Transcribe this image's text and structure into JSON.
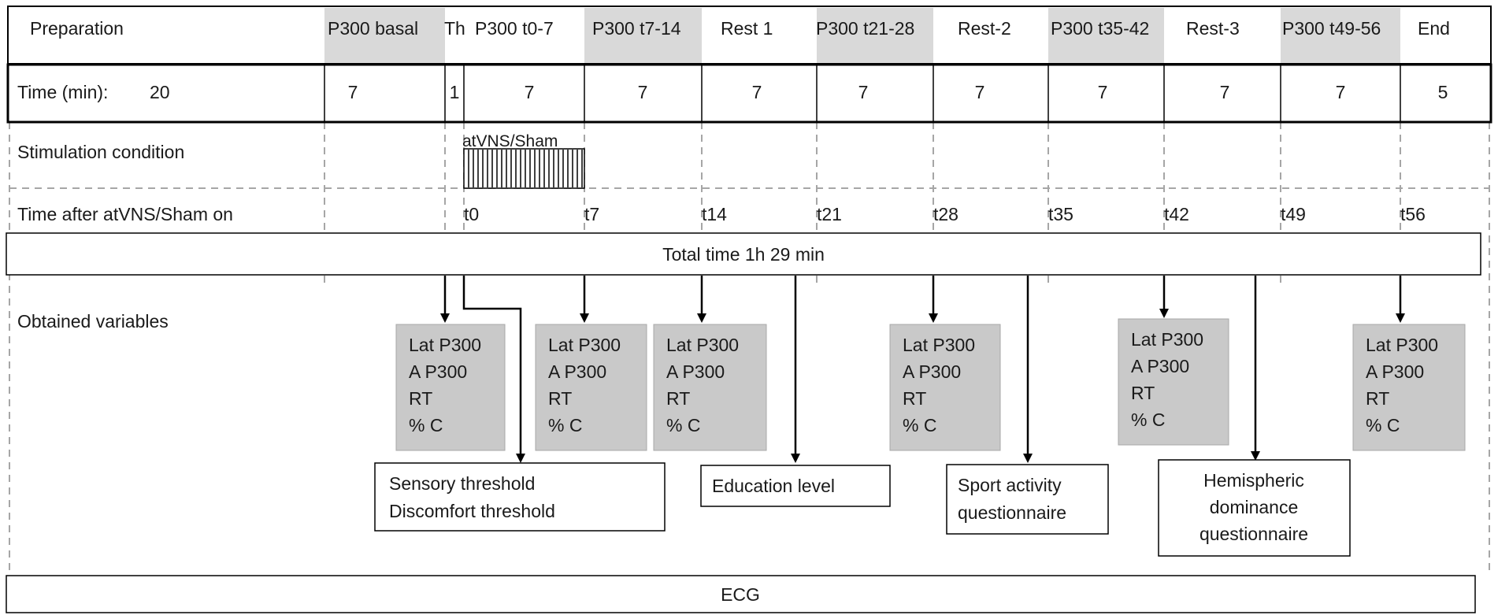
{
  "phases": [
    {
      "label": "Preparation",
      "time": "20",
      "shaded": false
    },
    {
      "label": "P300 basal",
      "time": "7",
      "shaded": true
    },
    {
      "label": "Th",
      "time": "1",
      "shaded": false
    },
    {
      "label": "P300 t0-7",
      "time": "7",
      "shaded": false
    },
    {
      "label": "P300 t7-14",
      "time": "7",
      "shaded": true
    },
    {
      "label": "Rest 1",
      "time": "7",
      "shaded": false
    },
    {
      "label": "P300 t21-28",
      "time": "7",
      "shaded": true
    },
    {
      "label": "Rest-2",
      "time": "7",
      "shaded": false
    },
    {
      "label": "P300 t35-42",
      "time": "7",
      "shaded": true
    },
    {
      "label": "Rest-3",
      "time": "7",
      "shaded": false
    },
    {
      "label": "P300 t49-56",
      "time": "7",
      "shaded": true
    },
    {
      "label": "End",
      "time": "5",
      "shaded": false
    }
  ],
  "time_label": "Time (min):",
  "stimulation_label": "Stimulation condition",
  "stimulation_marker": "atVNS/Sham",
  "time_after_label": "Time after atVNS/Sham on",
  "time_after_marks": [
    "t0",
    "t7",
    "t14",
    "t21",
    "t28",
    "t35",
    "t42",
    "t49",
    "t56"
  ],
  "total_time": "Total time 1h 29 min",
  "obtained_label": "Obtained variables",
  "variable_lines": [
    "Lat P300",
    "A P300",
    "RT",
    "% C"
  ],
  "info_boxes": {
    "threshold": [
      "Sensory threshold",
      "Discomfort threshold"
    ],
    "education": [
      "Education level"
    ],
    "sport": [
      "Sport activity",
      "questionnaire"
    ],
    "hemispheric": [
      "Hemispheric",
      "dominance",
      "questionnaire"
    ]
  },
  "ecg": "ECG",
  "colors": {
    "shade": "#d9d9d9",
    "var_box": "#c9c9c9",
    "line": "#000000",
    "dash": "#a6a6a6"
  }
}
